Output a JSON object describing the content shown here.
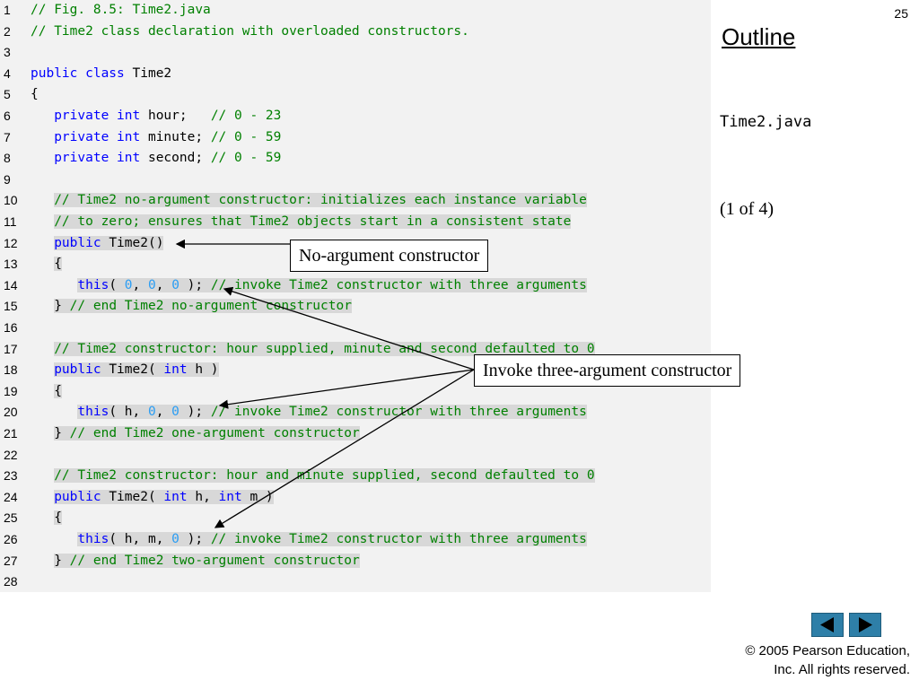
{
  "slide_number": "25",
  "outline_label": "Outline",
  "file_name": "Time2.java",
  "page_indicator": "(1 of 4)",
  "callouts": {
    "no_arg": "No-argument constructor",
    "invoke_three": "Invoke three-argument constructor"
  },
  "copyright": {
    "line1": "© 2005 Pearson Education,",
    "line2": "Inc.  All rights reserved."
  },
  "nav": {
    "prev": "previous-slide-icon",
    "next": "next-slide-icon"
  },
  "colors": {
    "keyword": "#0000ff",
    "comment": "#008000",
    "number": "#2a9df4",
    "highlight": "#d8d8d8",
    "nav_button": "#2e7fa8"
  },
  "code_lines": [
    {
      "num": "1",
      "hl": false,
      "tokens": [
        {
          "t": "// Fig. 8.5: Time2.java",
          "c": "cm"
        }
      ]
    },
    {
      "num": "2",
      "hl": false,
      "tokens": [
        {
          "t": "// Time2 class declaration with overloaded constructors.",
          "c": "cm"
        }
      ]
    },
    {
      "num": "3",
      "hl": false,
      "tokens": []
    },
    {
      "num": "4",
      "hl": false,
      "tokens": [
        {
          "t": "public class ",
          "c": "kw"
        },
        {
          "t": "Time2",
          "c": "tx"
        }
      ]
    },
    {
      "num": "5",
      "hl": false,
      "tokens": [
        {
          "t": "{",
          "c": "tx"
        }
      ]
    },
    {
      "num": "6",
      "hl": false,
      "tokens": [
        {
          "t": "   ",
          "c": "tx"
        },
        {
          "t": "private int ",
          "c": "kw"
        },
        {
          "t": "hour;   ",
          "c": "tx"
        },
        {
          "t": "// 0 - 23",
          "c": "cm"
        }
      ]
    },
    {
      "num": "7",
      "hl": false,
      "tokens": [
        {
          "t": "   ",
          "c": "tx"
        },
        {
          "t": "private int ",
          "c": "kw"
        },
        {
          "t": "minute; ",
          "c": "tx"
        },
        {
          "t": "// 0 - 59",
          "c": "cm"
        }
      ]
    },
    {
      "num": "8",
      "hl": false,
      "tokens": [
        {
          "t": "   ",
          "c": "tx"
        },
        {
          "t": "private int ",
          "c": "kw"
        },
        {
          "t": "second; ",
          "c": "tx"
        },
        {
          "t": "// 0 - 59",
          "c": "cm"
        }
      ]
    },
    {
      "num": "9",
      "hl": false,
      "tokens": []
    },
    {
      "num": "10",
      "hl": true,
      "tokens": [
        {
          "t": "   ",
          "c": "tx"
        },
        {
          "t": "// Time2 no-argument constructor: initializes each instance variable",
          "c": "cm"
        }
      ]
    },
    {
      "num": "11",
      "hl": true,
      "tokens": [
        {
          "t": "   ",
          "c": "tx"
        },
        {
          "t": "// to zero; ensures that Time2 objects start in a consistent state",
          "c": "cm"
        }
      ]
    },
    {
      "num": "12",
      "hl": true,
      "tokens": [
        {
          "t": "   ",
          "c": "tx"
        },
        {
          "t": "public ",
          "c": "kw"
        },
        {
          "t": "Time2()",
          "c": "tx"
        }
      ]
    },
    {
      "num": "13",
      "hl": true,
      "tokens": [
        {
          "t": "   ",
          "c": "tx"
        },
        {
          "t": "{",
          "c": "tx"
        }
      ]
    },
    {
      "num": "14",
      "hl": true,
      "tokens": [
        {
          "t": "      ",
          "c": "tx"
        },
        {
          "t": "this",
          "c": "kw"
        },
        {
          "t": "( ",
          "c": "tx"
        },
        {
          "t": "0",
          "c": "num"
        },
        {
          "t": ", ",
          "c": "tx"
        },
        {
          "t": "0",
          "c": "num"
        },
        {
          "t": ", ",
          "c": "tx"
        },
        {
          "t": "0",
          "c": "num"
        },
        {
          "t": " ); ",
          "c": "tx"
        },
        {
          "t": "// invoke Time2 constructor with three arguments",
          "c": "cm"
        }
      ]
    },
    {
      "num": "15",
      "hl": true,
      "tokens": [
        {
          "t": "   ",
          "c": "tx"
        },
        {
          "t": "} ",
          "c": "tx"
        },
        {
          "t": "// end Time2 no-argument constructor",
          "c": "cm"
        }
      ]
    },
    {
      "num": "16",
      "hl": false,
      "tokens": []
    },
    {
      "num": "17",
      "hl": true,
      "tokens": [
        {
          "t": "   ",
          "c": "tx"
        },
        {
          "t": "// Time2 constructor: hour supplied, minute and second defaulted to 0",
          "c": "cm"
        }
      ]
    },
    {
      "num": "18",
      "hl": true,
      "tokens": [
        {
          "t": "   ",
          "c": "tx"
        },
        {
          "t": "public ",
          "c": "kw"
        },
        {
          "t": "Time2( ",
          "c": "tx"
        },
        {
          "t": "int ",
          "c": "kw"
        },
        {
          "t": "h )",
          "c": "tx"
        }
      ]
    },
    {
      "num": "19",
      "hl": true,
      "tokens": [
        {
          "t": "   ",
          "c": "tx"
        },
        {
          "t": "{",
          "c": "tx"
        }
      ]
    },
    {
      "num": "20",
      "hl": true,
      "tokens": [
        {
          "t": "      ",
          "c": "tx"
        },
        {
          "t": "this",
          "c": "kw"
        },
        {
          "t": "( h, ",
          "c": "tx"
        },
        {
          "t": "0",
          "c": "num"
        },
        {
          "t": ", ",
          "c": "tx"
        },
        {
          "t": "0",
          "c": "num"
        },
        {
          "t": " ); ",
          "c": "tx"
        },
        {
          "t": "// invoke Time2 constructor with three arguments",
          "c": "cm"
        }
      ]
    },
    {
      "num": "21",
      "hl": true,
      "tokens": [
        {
          "t": "   ",
          "c": "tx"
        },
        {
          "t": "} ",
          "c": "tx"
        },
        {
          "t": "// end Time2 one-argument constructor",
          "c": "cm"
        }
      ]
    },
    {
      "num": "22",
      "hl": false,
      "tokens": []
    },
    {
      "num": "23",
      "hl": true,
      "tokens": [
        {
          "t": "   ",
          "c": "tx"
        },
        {
          "t": "// Time2 constructor: hour and minute supplied, second defaulted to 0",
          "c": "cm"
        }
      ]
    },
    {
      "num": "24",
      "hl": true,
      "tokens": [
        {
          "t": "   ",
          "c": "tx"
        },
        {
          "t": "public ",
          "c": "kw"
        },
        {
          "t": "Time2( ",
          "c": "tx"
        },
        {
          "t": "int ",
          "c": "kw"
        },
        {
          "t": "h, ",
          "c": "tx"
        },
        {
          "t": "int ",
          "c": "kw"
        },
        {
          "t": "m )",
          "c": "tx"
        }
      ]
    },
    {
      "num": "25",
      "hl": true,
      "tokens": [
        {
          "t": "   ",
          "c": "tx"
        },
        {
          "t": "{",
          "c": "tx"
        }
      ]
    },
    {
      "num": "26",
      "hl": true,
      "tokens": [
        {
          "t": "      ",
          "c": "tx"
        },
        {
          "t": "this",
          "c": "kw"
        },
        {
          "t": "( h, m, ",
          "c": "tx"
        },
        {
          "t": "0",
          "c": "num"
        },
        {
          "t": " ); ",
          "c": "tx"
        },
        {
          "t": "// invoke Time2 constructor with three arguments",
          "c": "cm"
        }
      ]
    },
    {
      "num": "27",
      "hl": true,
      "tokens": [
        {
          "t": "   ",
          "c": "tx"
        },
        {
          "t": "} ",
          "c": "tx"
        },
        {
          "t": "// end Time2 two-argument constructor",
          "c": "cm"
        }
      ]
    },
    {
      "num": "28",
      "hl": false,
      "tokens": []
    }
  ]
}
